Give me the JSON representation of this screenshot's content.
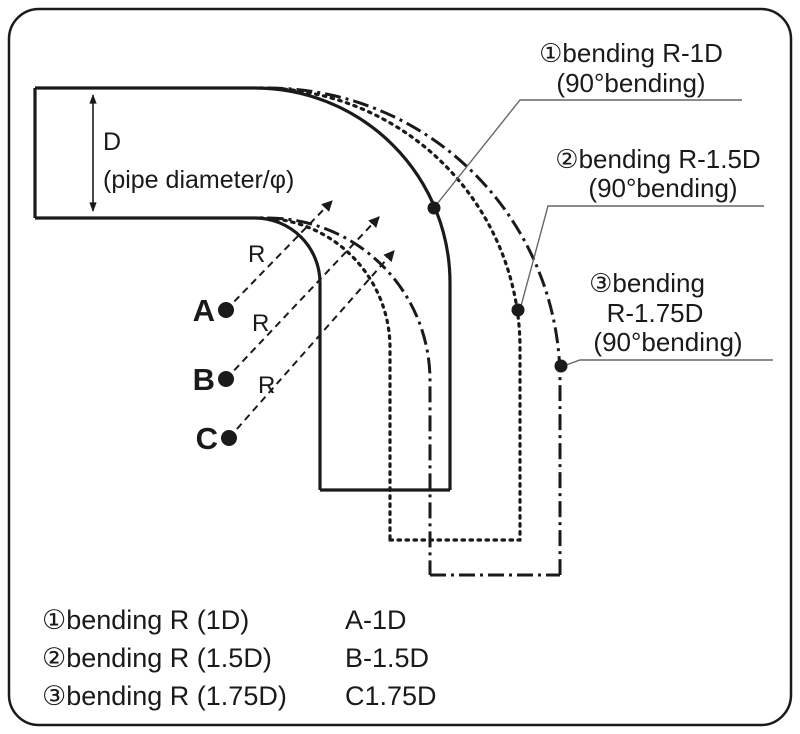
{
  "diagram": {
    "dimension": {
      "label": "D",
      "sublabel": "(pipe diameter/φ)"
    },
    "radius_labels": {
      "a": "R",
      "b": "R",
      "c": "R"
    },
    "points": {
      "a": "A",
      "b": "B",
      "c": "C"
    },
    "callouts": {
      "c1": {
        "line1": "①bending R-1D",
        "line2": "(90°bending)"
      },
      "c2": {
        "line1": "②bending R-1.5D",
        "line2": "(90°bending)"
      },
      "c3": {
        "line1": "③bending",
        "line2": "R-1.75D",
        "line3": "(90°bending)"
      }
    },
    "legend": {
      "rows": [
        {
          "name": "①bending R (1D)",
          "code": "A-1D"
        },
        {
          "name": "②bending R (1.5D)",
          "code": "B-1.5D"
        },
        {
          "name": "③bending R (1.75D)",
          "code": "C1.75D"
        }
      ]
    },
    "colors": {
      "line": "#1a1a1a",
      "leader": "#666666",
      "background": "#ffffff"
    }
  }
}
